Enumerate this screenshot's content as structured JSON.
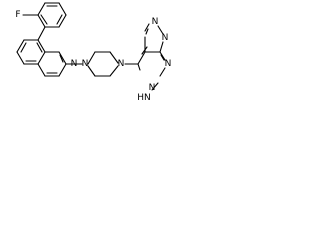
{
  "structure": {
    "atoms": [
      {
        "label": "F",
        "color": "#000000"
      },
      {
        "label": "N",
        "color": "#000000"
      },
      {
        "label": "N",
        "color": "#000000"
      },
      {
        "label": "N",
        "color": "#000000"
      },
      {
        "label": "N",
        "color": "#000000"
      },
      {
        "label": "N",
        "color": "#000000"
      },
      {
        "label": "N",
        "color": "#000000"
      },
      {
        "label": "N",
        "color": "#000000"
      },
      {
        "label": "HN",
        "color": "#000000"
      }
    ]
  }
}
